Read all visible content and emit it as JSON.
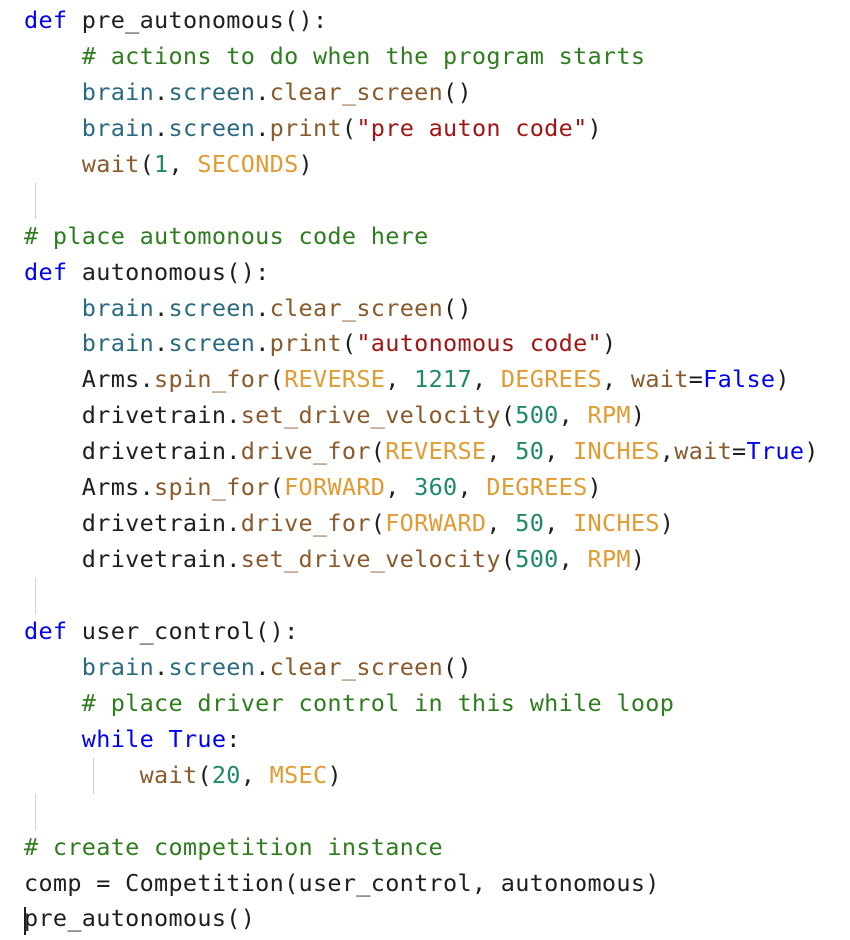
{
  "colors": {
    "keyword": "#0000f5",
    "comment": "#2e7d1e",
    "string": "#a31515",
    "module": "#2a6a80",
    "function": "#8a5a2b",
    "constant": "#e29b32",
    "number": "#1d8a6a",
    "text": "#1f1f1f"
  },
  "lines": [
    {
      "indent": 0,
      "tokens": [
        {
          "t": "def",
          "c": "keyword"
        },
        {
          "t": " pre_autonomous():",
          "c": "text"
        }
      ]
    },
    {
      "indent": 1,
      "tokens": [
        {
          "t": "# actions to do when the program starts",
          "c": "comment"
        }
      ]
    },
    {
      "indent": 1,
      "tokens": [
        {
          "t": "brain",
          "c": "module"
        },
        {
          "t": ".",
          "c": "text"
        },
        {
          "t": "screen",
          "c": "module"
        },
        {
          "t": ".",
          "c": "text"
        },
        {
          "t": "clear_screen",
          "c": "function"
        },
        {
          "t": "()",
          "c": "text"
        }
      ]
    },
    {
      "indent": 1,
      "tokens": [
        {
          "t": "brain",
          "c": "module"
        },
        {
          "t": ".",
          "c": "text"
        },
        {
          "t": "screen",
          "c": "module"
        },
        {
          "t": ".",
          "c": "text"
        },
        {
          "t": "print",
          "c": "function"
        },
        {
          "t": "(",
          "c": "text"
        },
        {
          "t": "\"pre auton code\"",
          "c": "string"
        },
        {
          "t": ")",
          "c": "text"
        }
      ]
    },
    {
      "indent": 1,
      "tokens": [
        {
          "t": "wait",
          "c": "function"
        },
        {
          "t": "(",
          "c": "text"
        },
        {
          "t": "1",
          "c": "number"
        },
        {
          "t": ", ",
          "c": "text"
        },
        {
          "t": "SECONDS",
          "c": "constant"
        },
        {
          "t": ")",
          "c": "text"
        }
      ]
    },
    {
      "indent": 0,
      "guide": 1,
      "tokens": []
    },
    {
      "indent": 0,
      "tokens": [
        {
          "t": "# place automonous code here",
          "c": "comment"
        }
      ]
    },
    {
      "indent": 0,
      "tokens": [
        {
          "t": "def",
          "c": "keyword"
        },
        {
          "t": " autonomous():",
          "c": "text"
        }
      ]
    },
    {
      "indent": 1,
      "tokens": [
        {
          "t": "brain",
          "c": "module"
        },
        {
          "t": ".",
          "c": "text"
        },
        {
          "t": "screen",
          "c": "module"
        },
        {
          "t": ".",
          "c": "text"
        },
        {
          "t": "clear_screen",
          "c": "function"
        },
        {
          "t": "()",
          "c": "text"
        }
      ]
    },
    {
      "indent": 1,
      "tokens": [
        {
          "t": "brain",
          "c": "module"
        },
        {
          "t": ".",
          "c": "text"
        },
        {
          "t": "screen",
          "c": "module"
        },
        {
          "t": ".",
          "c": "text"
        },
        {
          "t": "print",
          "c": "function"
        },
        {
          "t": "(",
          "c": "text"
        },
        {
          "t": "\"autonomous code\"",
          "c": "string"
        },
        {
          "t": ")",
          "c": "text"
        }
      ]
    },
    {
      "indent": 1,
      "tokens": [
        {
          "t": "Arms",
          "c": "text"
        },
        {
          "t": ".",
          "c": "text"
        },
        {
          "t": "spin_for",
          "c": "function"
        },
        {
          "t": "(",
          "c": "text"
        },
        {
          "t": "REVERSE",
          "c": "constant"
        },
        {
          "t": ", ",
          "c": "text"
        },
        {
          "t": "1217",
          "c": "number"
        },
        {
          "t": ", ",
          "c": "text"
        },
        {
          "t": "DEGREES",
          "c": "constant"
        },
        {
          "t": ", ",
          "c": "text"
        },
        {
          "t": "wait",
          "c": "function"
        },
        {
          "t": "=",
          "c": "text"
        },
        {
          "t": "False",
          "c": "keyword"
        },
        {
          "t": ")",
          "c": "text"
        }
      ]
    },
    {
      "indent": 1,
      "tokens": [
        {
          "t": "drivetrain",
          "c": "text"
        },
        {
          "t": ".",
          "c": "text"
        },
        {
          "t": "set_drive_velocity",
          "c": "function"
        },
        {
          "t": "(",
          "c": "text"
        },
        {
          "t": "500",
          "c": "number"
        },
        {
          "t": ", ",
          "c": "text"
        },
        {
          "t": "RPM",
          "c": "constant"
        },
        {
          "t": ")",
          "c": "text"
        }
      ]
    },
    {
      "indent": 1,
      "tokens": [
        {
          "t": "drivetrain",
          "c": "text"
        },
        {
          "t": ".",
          "c": "text"
        },
        {
          "t": "drive_for",
          "c": "function"
        },
        {
          "t": "(",
          "c": "text"
        },
        {
          "t": "REVERSE",
          "c": "constant"
        },
        {
          "t": ", ",
          "c": "text"
        },
        {
          "t": "50",
          "c": "number"
        },
        {
          "t": ", ",
          "c": "text"
        },
        {
          "t": "INCHES",
          "c": "constant"
        },
        {
          "t": ",",
          "c": "text"
        },
        {
          "t": "wait",
          "c": "function"
        },
        {
          "t": "=",
          "c": "text"
        },
        {
          "t": "True",
          "c": "keyword"
        },
        {
          "t": ")",
          "c": "text"
        }
      ]
    },
    {
      "indent": 1,
      "tokens": [
        {
          "t": "Arms",
          "c": "text"
        },
        {
          "t": ".",
          "c": "text"
        },
        {
          "t": "spin_for",
          "c": "function"
        },
        {
          "t": "(",
          "c": "text"
        },
        {
          "t": "FORWARD",
          "c": "constant"
        },
        {
          "t": ", ",
          "c": "text"
        },
        {
          "t": "360",
          "c": "number"
        },
        {
          "t": ", ",
          "c": "text"
        },
        {
          "t": "DEGREES",
          "c": "constant"
        },
        {
          "t": ")",
          "c": "text"
        }
      ]
    },
    {
      "indent": 1,
      "tokens": [
        {
          "t": "drivetrain",
          "c": "text"
        },
        {
          "t": ".",
          "c": "text"
        },
        {
          "t": "drive_for",
          "c": "function"
        },
        {
          "t": "(",
          "c": "text"
        },
        {
          "t": "FORWARD",
          "c": "constant"
        },
        {
          "t": ", ",
          "c": "text"
        },
        {
          "t": "50",
          "c": "number"
        },
        {
          "t": ", ",
          "c": "text"
        },
        {
          "t": "INCHES",
          "c": "constant"
        },
        {
          "t": ")",
          "c": "text"
        }
      ]
    },
    {
      "indent": 1,
      "tokens": [
        {
          "t": "drivetrain",
          "c": "text"
        },
        {
          "t": ".",
          "c": "text"
        },
        {
          "t": "set_drive_velocity",
          "c": "function"
        },
        {
          "t": "(",
          "c": "text"
        },
        {
          "t": "500",
          "c": "number"
        },
        {
          "t": ", ",
          "c": "text"
        },
        {
          "t": "RPM",
          "c": "constant"
        },
        {
          "t": ")",
          "c": "text"
        }
      ]
    },
    {
      "indent": 0,
      "guide": 1,
      "tokens": []
    },
    {
      "indent": 0,
      "tokens": [
        {
          "t": "def",
          "c": "keyword"
        },
        {
          "t": " user_control():",
          "c": "text"
        }
      ]
    },
    {
      "indent": 1,
      "tokens": [
        {
          "t": "brain",
          "c": "module"
        },
        {
          "t": ".",
          "c": "text"
        },
        {
          "t": "screen",
          "c": "module"
        },
        {
          "t": ".",
          "c": "text"
        },
        {
          "t": "clear_screen",
          "c": "function"
        },
        {
          "t": "()",
          "c": "text"
        }
      ]
    },
    {
      "indent": 1,
      "tokens": [
        {
          "t": "# place driver control in this while loop",
          "c": "comment"
        }
      ]
    },
    {
      "indent": 1,
      "tokens": [
        {
          "t": "while",
          "c": "keyword"
        },
        {
          "t": " ",
          "c": "text"
        },
        {
          "t": "True",
          "c": "keyword"
        },
        {
          "t": ":",
          "c": "text"
        }
      ]
    },
    {
      "indent": 2,
      "tokens": [
        {
          "t": "wait",
          "c": "function"
        },
        {
          "t": "(",
          "c": "text"
        },
        {
          "t": "20",
          "c": "number"
        },
        {
          "t": ", ",
          "c": "text"
        },
        {
          "t": "MSEC",
          "c": "constant"
        },
        {
          "t": ")",
          "c": "text"
        }
      ]
    },
    {
      "indent": 0,
      "guide": 1,
      "tokens": []
    },
    {
      "indent": 0,
      "tokens": [
        {
          "t": "# create competition instance",
          "c": "comment"
        }
      ]
    },
    {
      "indent": 0,
      "tokens": [
        {
          "t": "comp = Competition(user_control, autonomous)",
          "c": "text"
        }
      ]
    },
    {
      "indent": 0,
      "cursor": true,
      "tokens": [
        {
          "t": "pre_autonomous()",
          "c": "text"
        }
      ]
    }
  ]
}
